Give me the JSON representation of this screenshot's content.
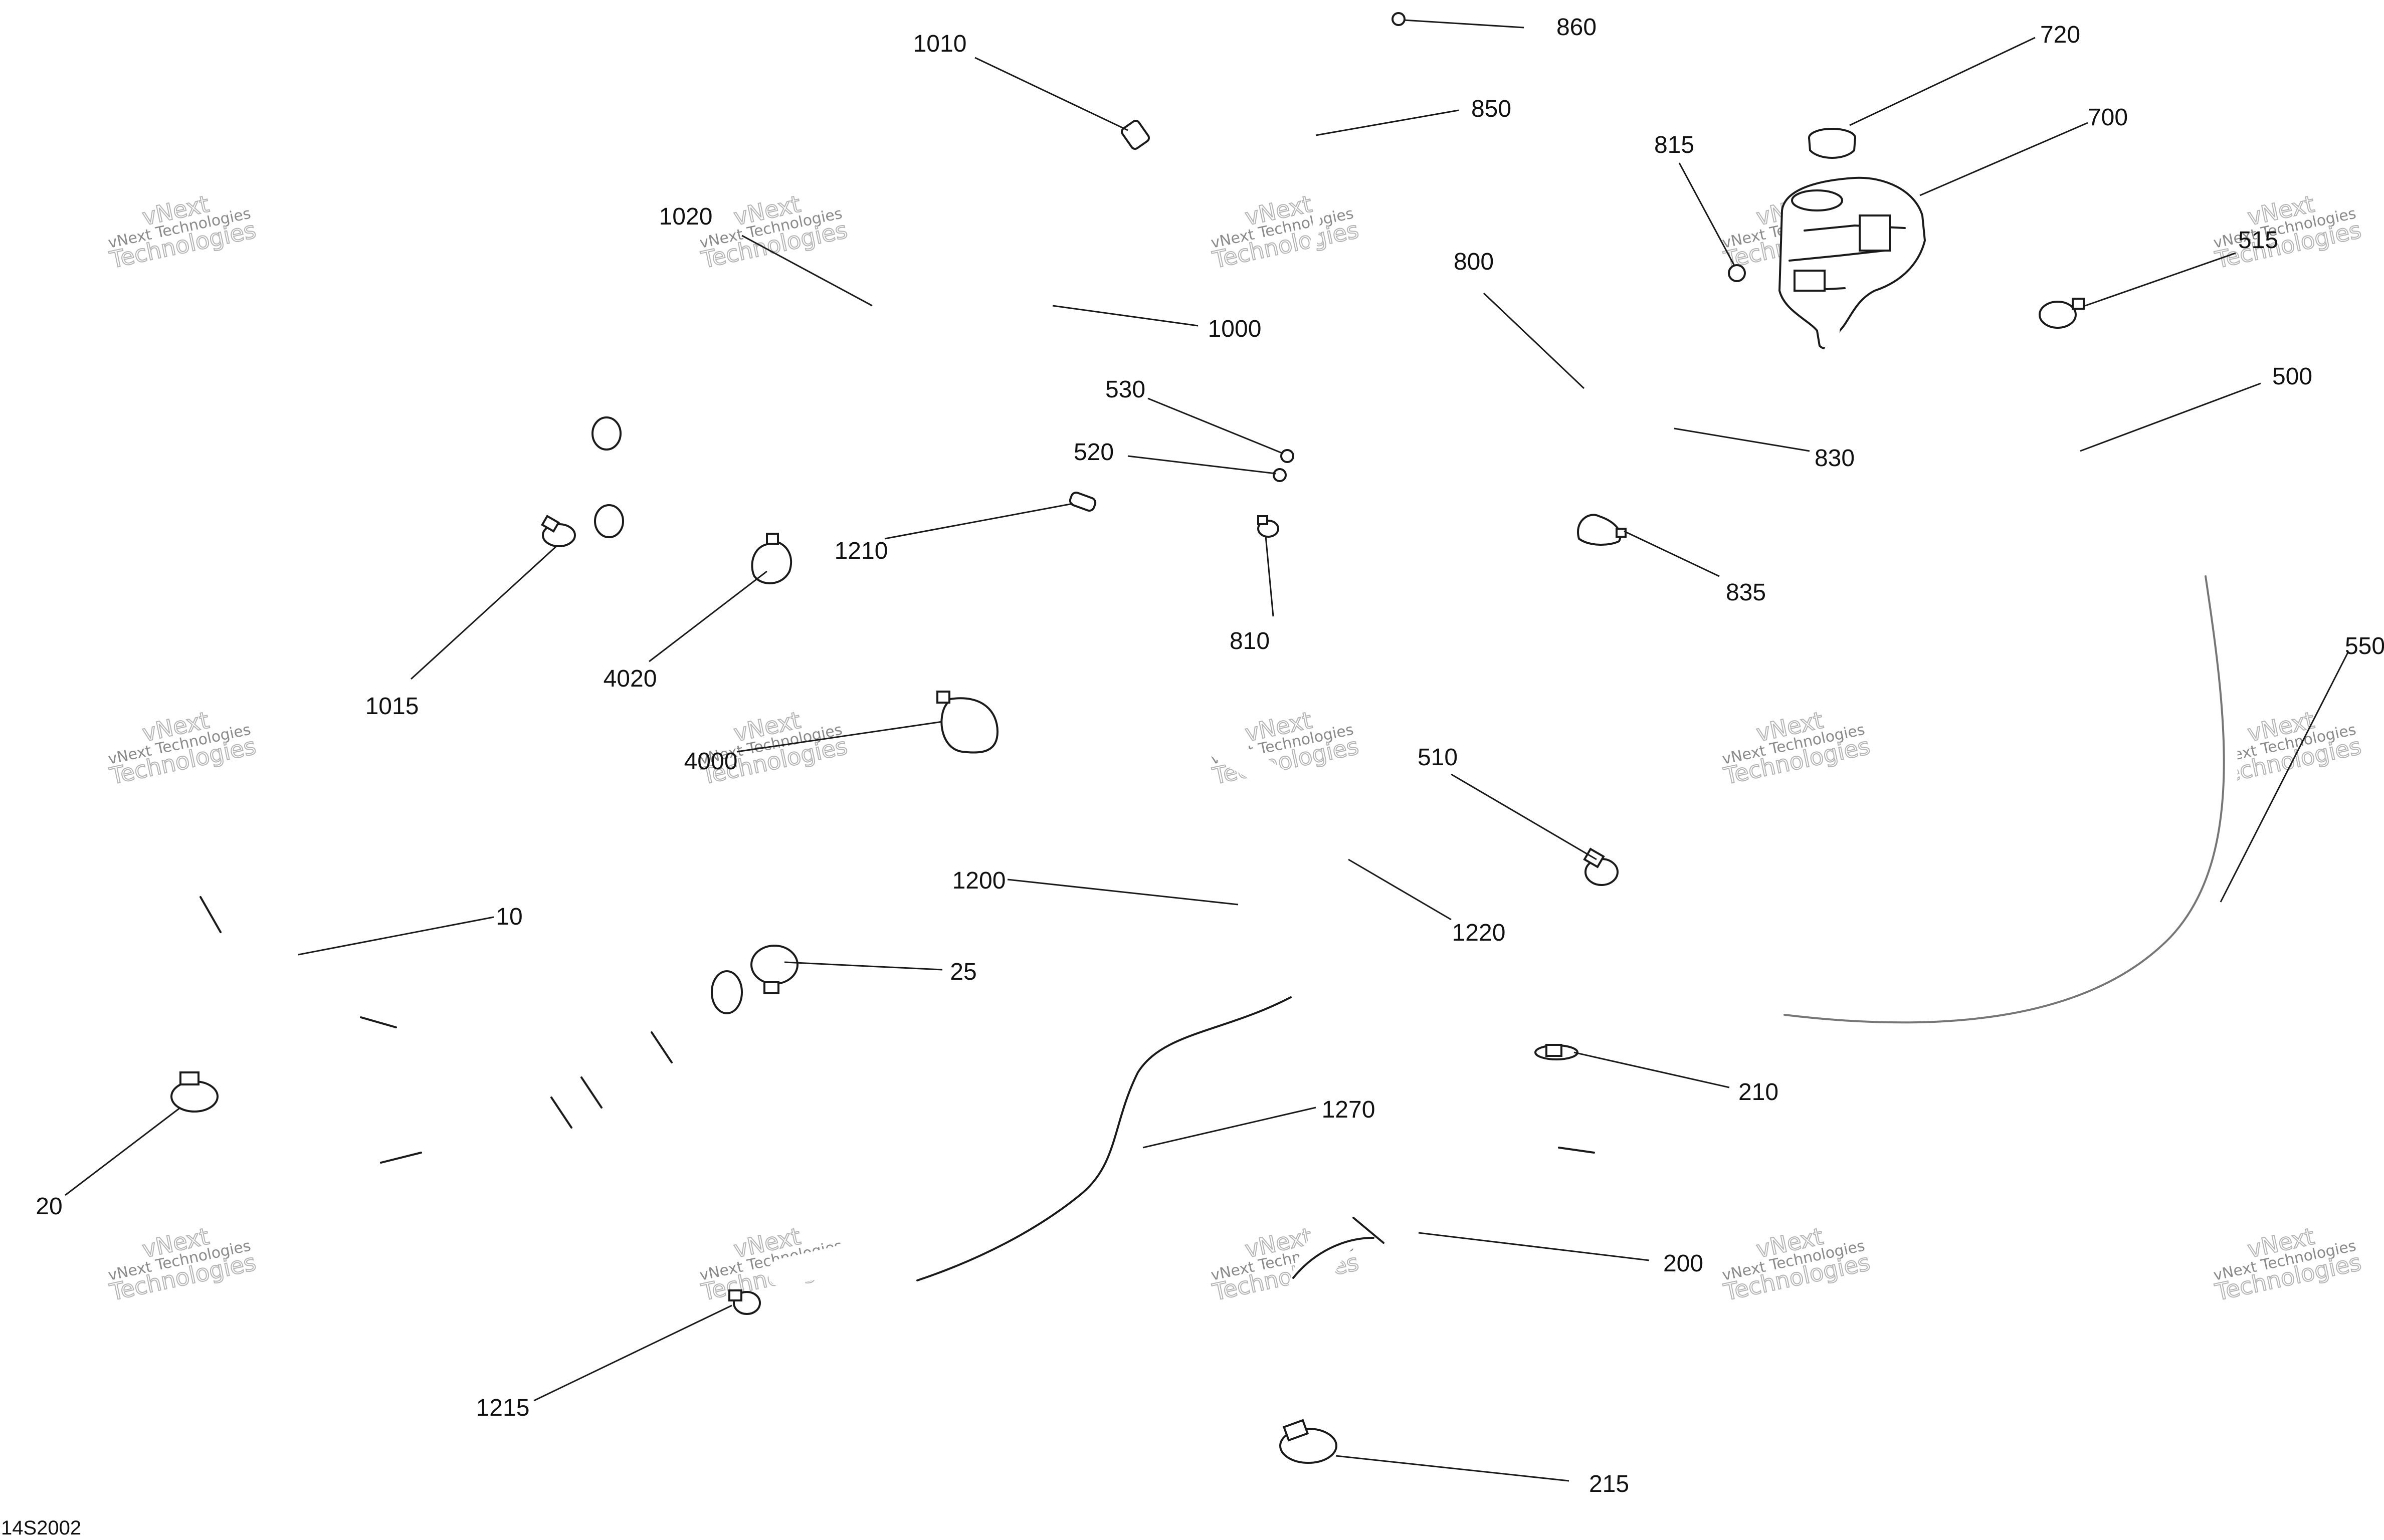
{
  "diagram_code": "14S2002",
  "watermark": {
    "line1": "vNext Technologies",
    "line2": "vNext",
    "line3": "Technologies"
  },
  "callouts": {
    "c10": "10",
    "c20": "20",
    "c25": "25",
    "c200": "200",
    "c210": "210",
    "c215": "215",
    "c500": "500",
    "c510": "510",
    "c515": "515",
    "c520": "520",
    "c530": "530",
    "c550": "550",
    "c700": "700",
    "c720": "720",
    "c800": "800",
    "c810": "810",
    "c815": "815",
    "c830": "830",
    "c835": "835",
    "c850": "850",
    "c860": "860",
    "c1000": "1000",
    "c1010": "1010",
    "c1015": "1015",
    "c1020": "1020",
    "c1200": "1200",
    "c1210": "1210",
    "c1215": "1215",
    "c1220": "1220",
    "c1270": "1270",
    "c4000": "4000",
    "c4020": "4020"
  }
}
